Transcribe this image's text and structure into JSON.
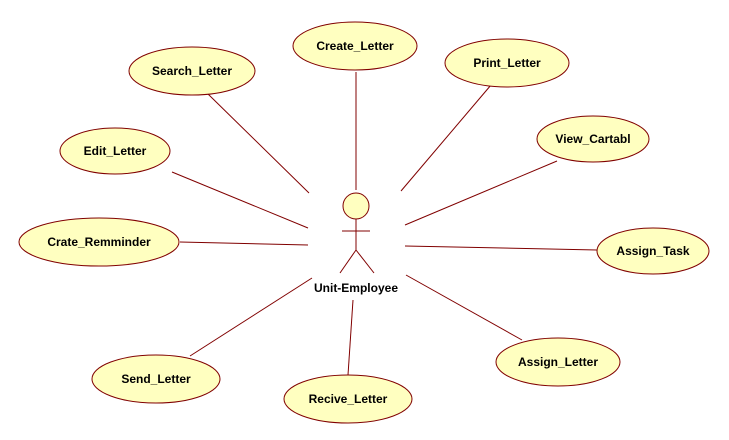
{
  "diagram": {
    "colors": {
      "usecase_fill": "#ffffc0",
      "usecase_stroke": "#800000",
      "association": "#800000",
      "actor_fill": "#ffffc0",
      "actor_stroke": "#800000"
    },
    "actor": {
      "name": "Unit-Employee"
    },
    "usecases": [
      {
        "id": "create-letter",
        "label": "Create_Letter"
      },
      {
        "id": "print-letter",
        "label": "Print_Letter"
      },
      {
        "id": "search-letter",
        "label": "Search_Letter"
      },
      {
        "id": "edit-letter",
        "label": "Edit_Letter"
      },
      {
        "id": "view-cartabl",
        "label": "View_Cartabl"
      },
      {
        "id": "crate-remminder",
        "label": "Crate_Remminder"
      },
      {
        "id": "assign-task",
        "label": "Assign_Task"
      },
      {
        "id": "send-letter",
        "label": "Send_Letter"
      },
      {
        "id": "assign-letter",
        "label": "Assign_Letter"
      },
      {
        "id": "recive-letter",
        "label": "Recive_Letter"
      }
    ]
  }
}
